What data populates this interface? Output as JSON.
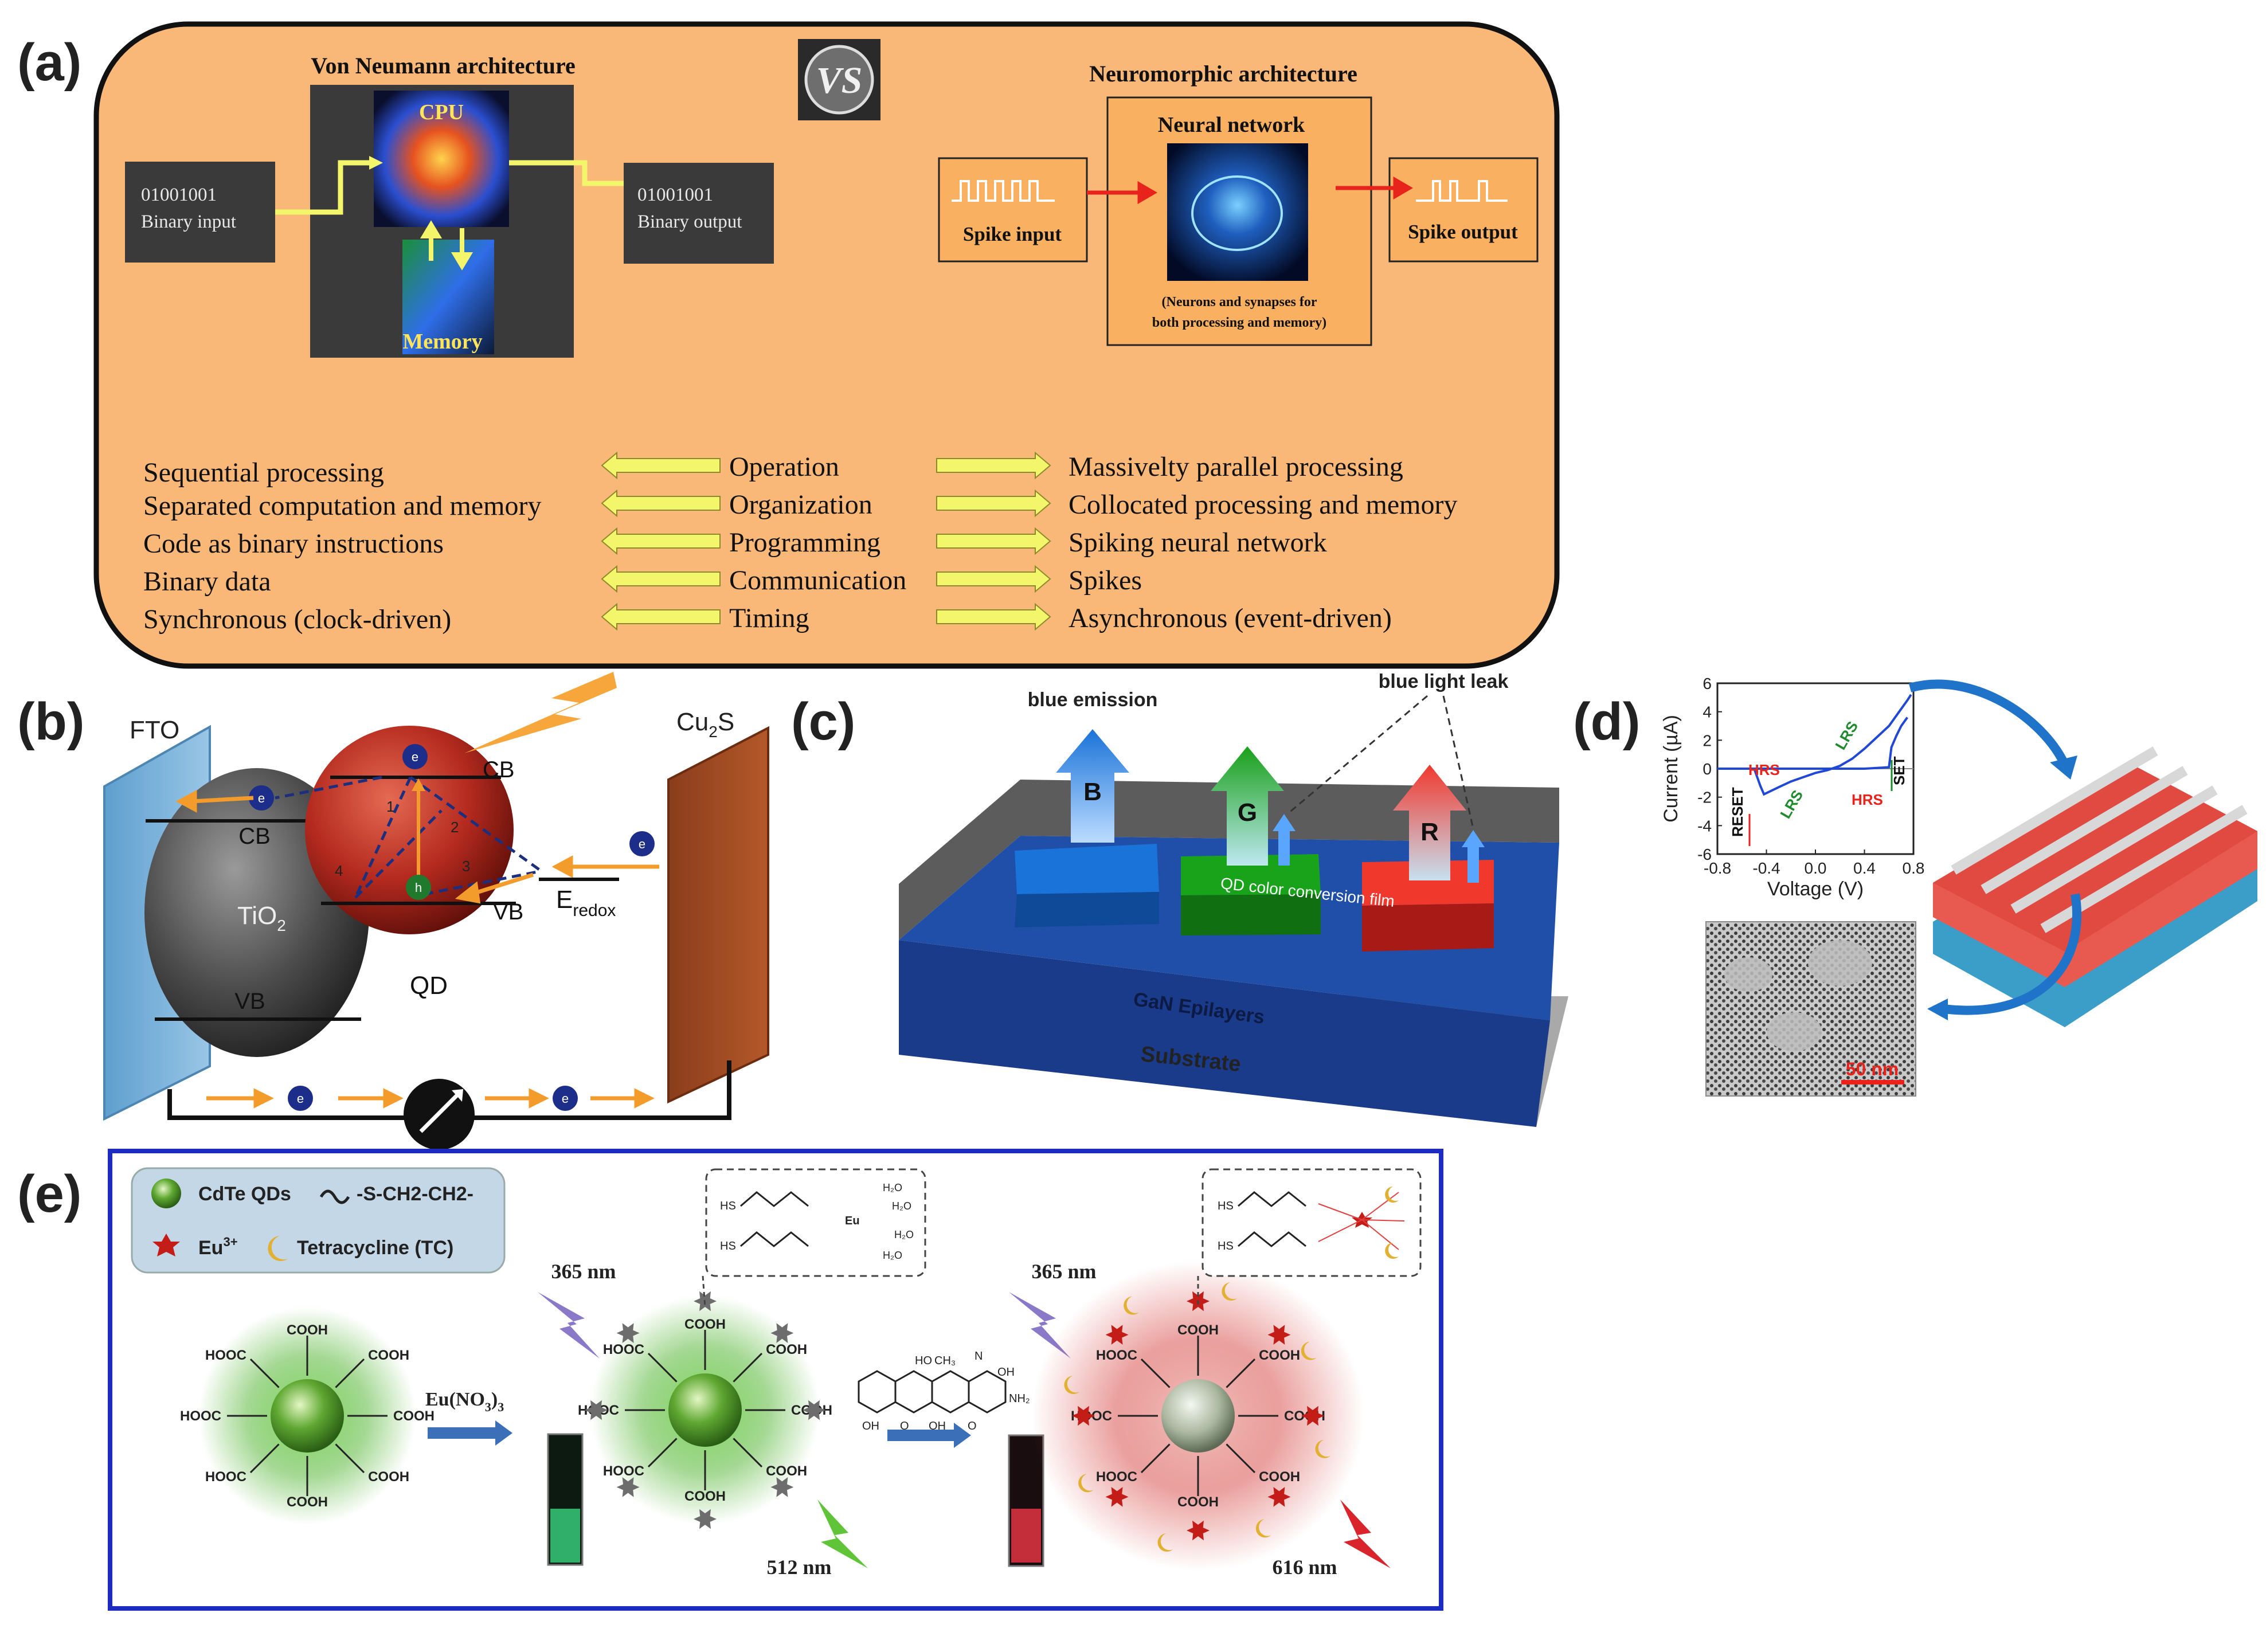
{
  "panels": {
    "a": {
      "label": "(a)",
      "vs_badge": "VS",
      "von_neumann": {
        "title": "Von Neumann architecture",
        "cpu": "CPU",
        "memory": "Memory",
        "input_code": "01001001",
        "input_label": "Binary input",
        "output_code": "01001001",
        "output_label": "Binary output"
      },
      "neuromorphic": {
        "title": "Neuromorphic architecture",
        "network": "Neural network",
        "network_note_1": "(Neurons and synapses for",
        "network_note_2": "both processing and memory)",
        "spike_input": "Spike input",
        "spike_output": "Spike output"
      },
      "comparison": [
        {
          "left": "Sequential processing",
          "aspect": "Operation",
          "right": "Massivelty parallel processing"
        },
        {
          "left": "Separated computation and memory",
          "aspect": "Organization",
          "right": "Collocated processing and memory"
        },
        {
          "left": "Code as binary instructions",
          "aspect": "Programming",
          "right": "Spiking neural network"
        },
        {
          "left": "Binary data",
          "aspect": "Communication",
          "right": "Spikes"
        },
        {
          "left": "Synchronous (clock-driven)",
          "aspect": "Timing",
          "right": "Asynchronous (event-driven)"
        }
      ],
      "colors": {
        "panel_fill": "#f9b878",
        "arrow_yellow": "#f3f56a",
        "box_dark": "#3a3a3a",
        "arrow_red": "#e8231c"
      }
    },
    "b": {
      "label": "(b)",
      "fto": "FTO",
      "cu2s_main": "Cu",
      "cu2s_sub": "2",
      "cu2s_end": "S",
      "tio2_main": "TiO",
      "tio2_sub": "2",
      "cb_tio2": "CB",
      "vb_tio2": "VB",
      "qd": "QD",
      "cb_qd": "CB",
      "vb_qd": "VB",
      "eredox_main": "E",
      "eredox_sub": "redox",
      "electron": "e",
      "hole": "h",
      "level_1": "1",
      "level_2": "2",
      "level_3": "3",
      "level_4": "4"
    },
    "c": {
      "label": "(c)",
      "blue_emission": "blue emission",
      "blue_light_leak": "blue light leak",
      "b": "B",
      "g": "G",
      "r": "R",
      "film": "QD color conversion film",
      "gan": "GaN Epilayers",
      "substrate": "Substrate"
    },
    "d": {
      "label": "(d)",
      "ylabel": "Current (µA)",
      "xlabel": "Voltage (V)",
      "hrs_1": "HRS",
      "hrs_2": "HRS",
      "lrs_1": "LRS",
      "lrs_2": "LRS",
      "set": "SET",
      "reset": "RESET",
      "scale_bar": "50 nm"
    },
    "e": {
      "label": "(e)",
      "legend": {
        "cdte": "CdTe QDs",
        "linker": "-S-CH2-CH2-",
        "eu_main": "Eu",
        "eu_sup": "3+",
        "tc": "Tetracycline (TC)"
      },
      "uv_1": "365 nm",
      "uv_2": "365 nm",
      "em_green": "512 nm",
      "em_red": "616 nm",
      "reagent_main": "Eu(NO",
      "reagent_sub": "3",
      "reagent_end": ")",
      "reagent_sub2": "3",
      "hooc": "HOOC",
      "cooh": "COOH",
      "hs": "HS",
      "h2o": "H₂O",
      "eu_small": "Eu",
      "tc_groups": {
        "oh": "OH",
        "o": "O",
        "nh2": "NH₂",
        "ho": "HO",
        "ch3": "CH₃",
        "n": "N"
      }
    }
  },
  "chart_data": {
    "type": "line",
    "title": "",
    "xlabel": "Voltage (V)",
    "ylabel": "Current (µA)",
    "xlim": [
      -0.8,
      0.8
    ],
    "ylim": [
      -6,
      6
    ],
    "x_ticks": [
      "-0.8",
      "-0.4",
      "0.0",
      "0.4",
      "0.8"
    ],
    "y_ticks": [
      "6",
      "4",
      "2",
      "0",
      "-2",
      "-4",
      "-6"
    ],
    "series": [
      {
        "x": [
          -0.8,
          -0.6,
          -0.5,
          -0.45,
          -0.42,
          -0.3,
          -0.2,
          -0.1,
          0.0,
          0.1,
          0.2,
          0.3,
          0.4,
          0.5,
          0.6,
          0.65,
          0.7,
          0.75,
          0.78
        ],
        "y": [
          0,
          0,
          0,
          -1.2,
          -1.8,
          -1.3,
          -0.9,
          -0.6,
          -0.3,
          -0.1,
          0.2,
          0.7,
          1.4,
          2.2,
          3.0,
          3.6,
          4.2,
          4.8,
          5.2
        ]
      },
      {
        "x": [
          -0.8,
          -0.4,
          0.0,
          0.2,
          0.4,
          0.6,
          0.62,
          0.66,
          0.7,
          0.75
        ],
        "y": [
          0,
          0,
          0,
          0,
          0,
          0.1,
          1.5,
          2.3,
          3.0,
          3.6
        ]
      }
    ]
  }
}
